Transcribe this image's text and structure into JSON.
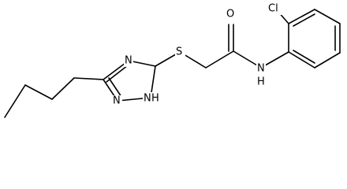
{
  "molecule": {
    "atoms": {
      "S": "S",
      "N_triazole_top": "N",
      "N_triazole_left": "N",
      "NH_triazole": "N",
      "H_triazole": "H",
      "O": "O",
      "NH_amide": "N",
      "H_amide": "H",
      "Cl": "Cl"
    }
  }
}
